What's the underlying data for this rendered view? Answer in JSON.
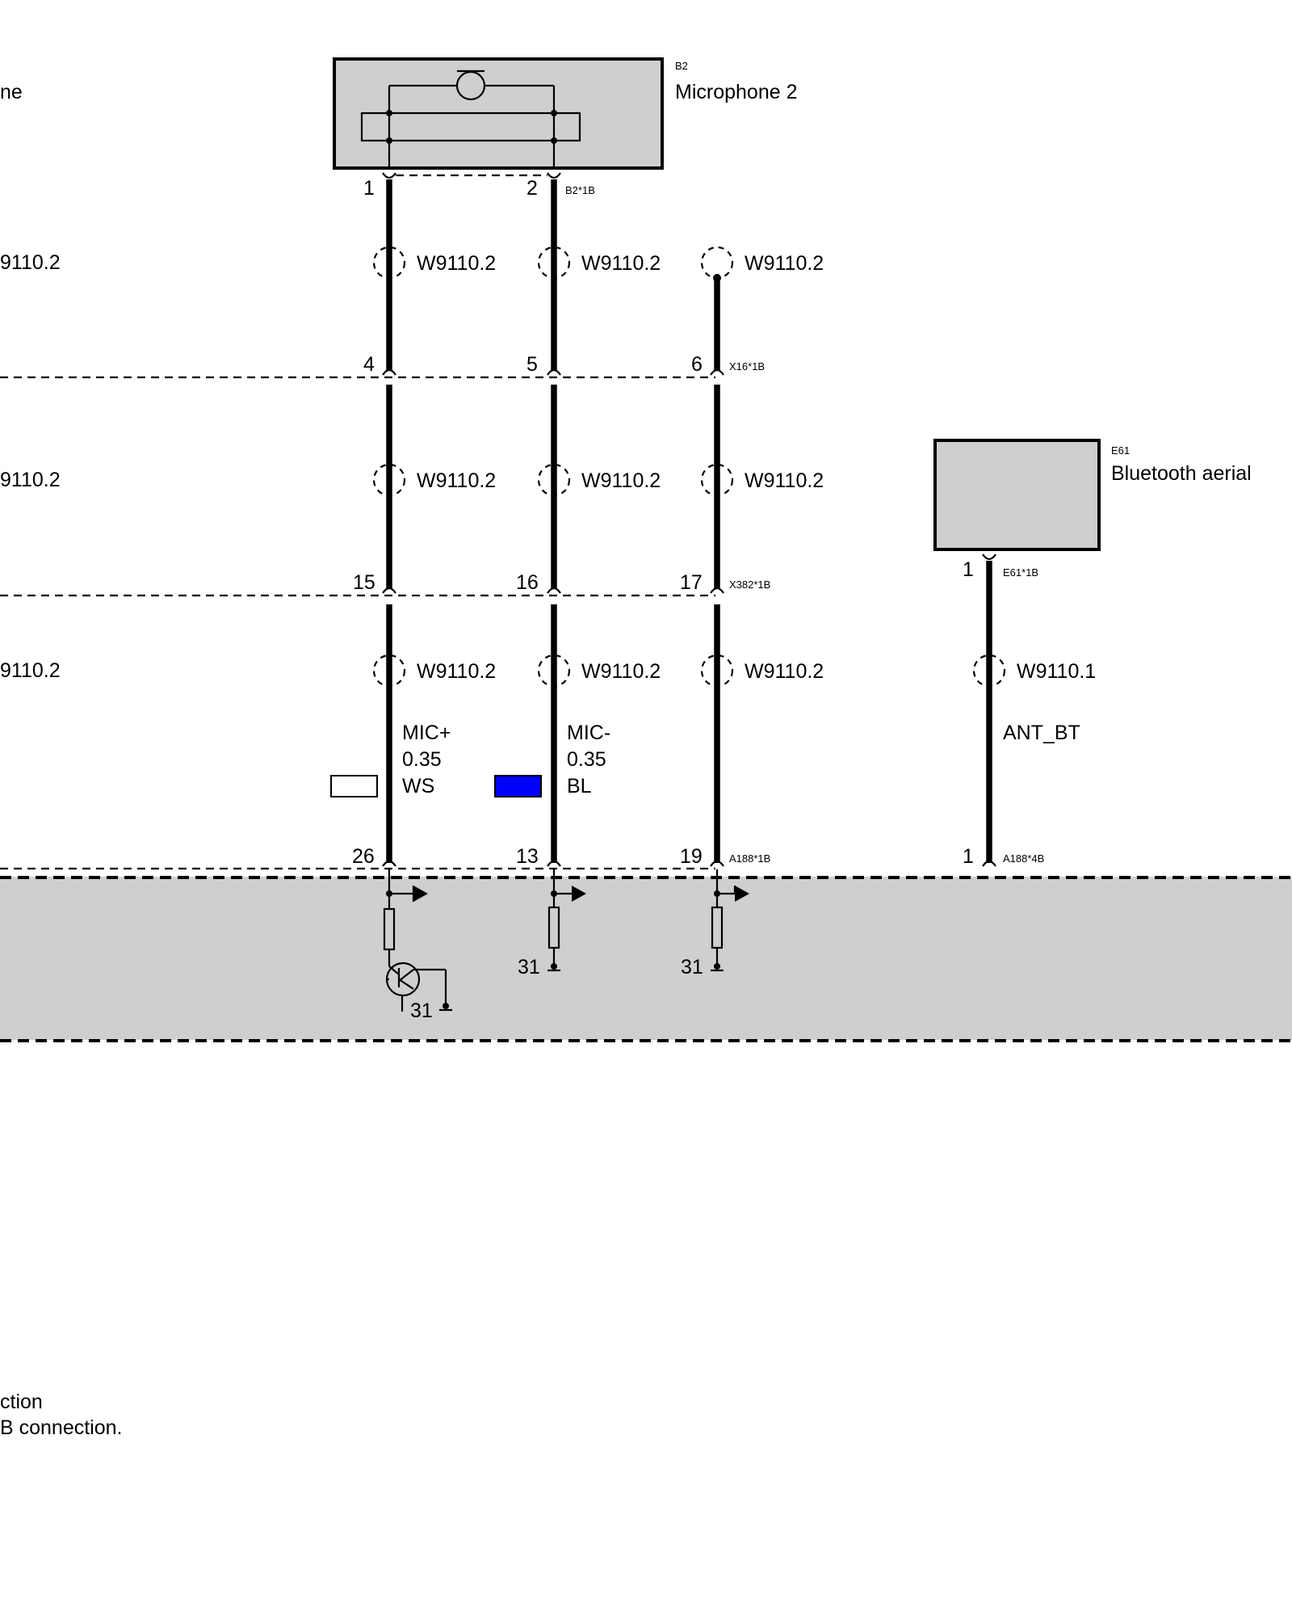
{
  "left_edge": {
    "component_name_partial": "ne",
    "shield_labels_partial": [
      "9110.2",
      "9110.2",
      "9110.2"
    ],
    "notes_partial": [
      "ction",
      "B connection."
    ]
  },
  "components": {
    "microphone": {
      "code": "B2",
      "name": "Microphone 2",
      "connector": "B2*1B",
      "pins": [
        "1",
        "2"
      ]
    },
    "bluetooth_aerial": {
      "code": "E61",
      "name": "Bluetooth aerial",
      "connector": "E61*1B",
      "pin": "1"
    }
  },
  "connectors": {
    "x16": {
      "code": "X16*1B",
      "pins": [
        "4",
        "5",
        "6"
      ]
    },
    "x382": {
      "code": "X382*1B",
      "pins": [
        "15",
        "16",
        "17"
      ]
    },
    "a188_1b": {
      "code": "A188*1B",
      "pins": [
        "26",
        "13",
        "19"
      ]
    },
    "a188_4b": {
      "code": "A188*4B",
      "pin": "1"
    }
  },
  "shields": {
    "row1": [
      "W9110.2",
      "W9110.2",
      "W9110.2"
    ],
    "row2": [
      "W9110.2",
      "W9110.2",
      "W9110.2"
    ],
    "row3": [
      "W9110.2",
      "W9110.2",
      "W9110.2",
      "W9110.1"
    ]
  },
  "wires": {
    "mic_plus": {
      "signal": "MIC+",
      "size": "0.35",
      "color_code": "WS",
      "swatch": "#ffffff"
    },
    "mic_minus": {
      "signal": "MIC-",
      "size": "0.35",
      "color_code": "BL",
      "swatch": "#0000ff"
    },
    "ant": {
      "signal": "ANT_BT"
    }
  },
  "grounds": [
    "31",
    "31",
    "31"
  ],
  "colors": {
    "component_fill": "#cfcfcf",
    "wire": "#000000"
  }
}
